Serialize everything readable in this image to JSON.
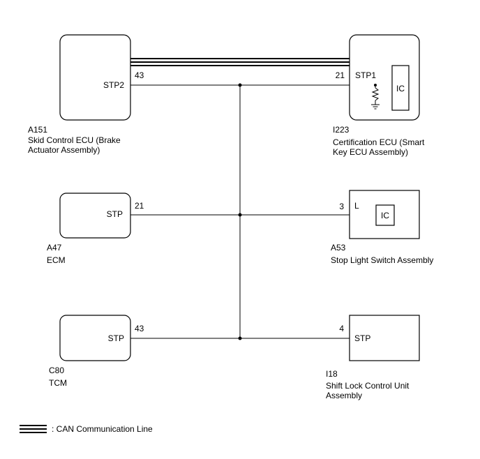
{
  "components": {
    "skid_ecu": {
      "code": "A151",
      "name_line1": "Skid Control ECU (Brake",
      "name_line2": "Actuator Assembly)",
      "terminal_label": "STP2",
      "pin": "43"
    },
    "cert_ecu": {
      "code": "I223",
      "name_line1": "Certification ECU (Smart",
      "name_line2": "Key ECU Assembly)",
      "terminal_label": "STP1",
      "pin": "21",
      "ic_label": "IC"
    },
    "ecm": {
      "code": "A47",
      "name_line1": "ECM",
      "terminal_label": "STP",
      "pin": "21"
    },
    "stop_light_switch": {
      "code": "A53",
      "name_line1": "Stop Light Switch Assembly",
      "terminal_label": "L",
      "pin": "3",
      "ic_label": "IC"
    },
    "tcm": {
      "code": "C80",
      "name_line1": "TCM",
      "terminal_label": "STP",
      "pin": "43"
    },
    "shift_lock": {
      "code": "I18",
      "name_line1": "Shift Lock Control Unit",
      "name_line2": "Assembly",
      "terminal_label": "STP",
      "pin": "4"
    }
  },
  "legend": {
    "can_line_label": ": CAN Communication Line"
  }
}
